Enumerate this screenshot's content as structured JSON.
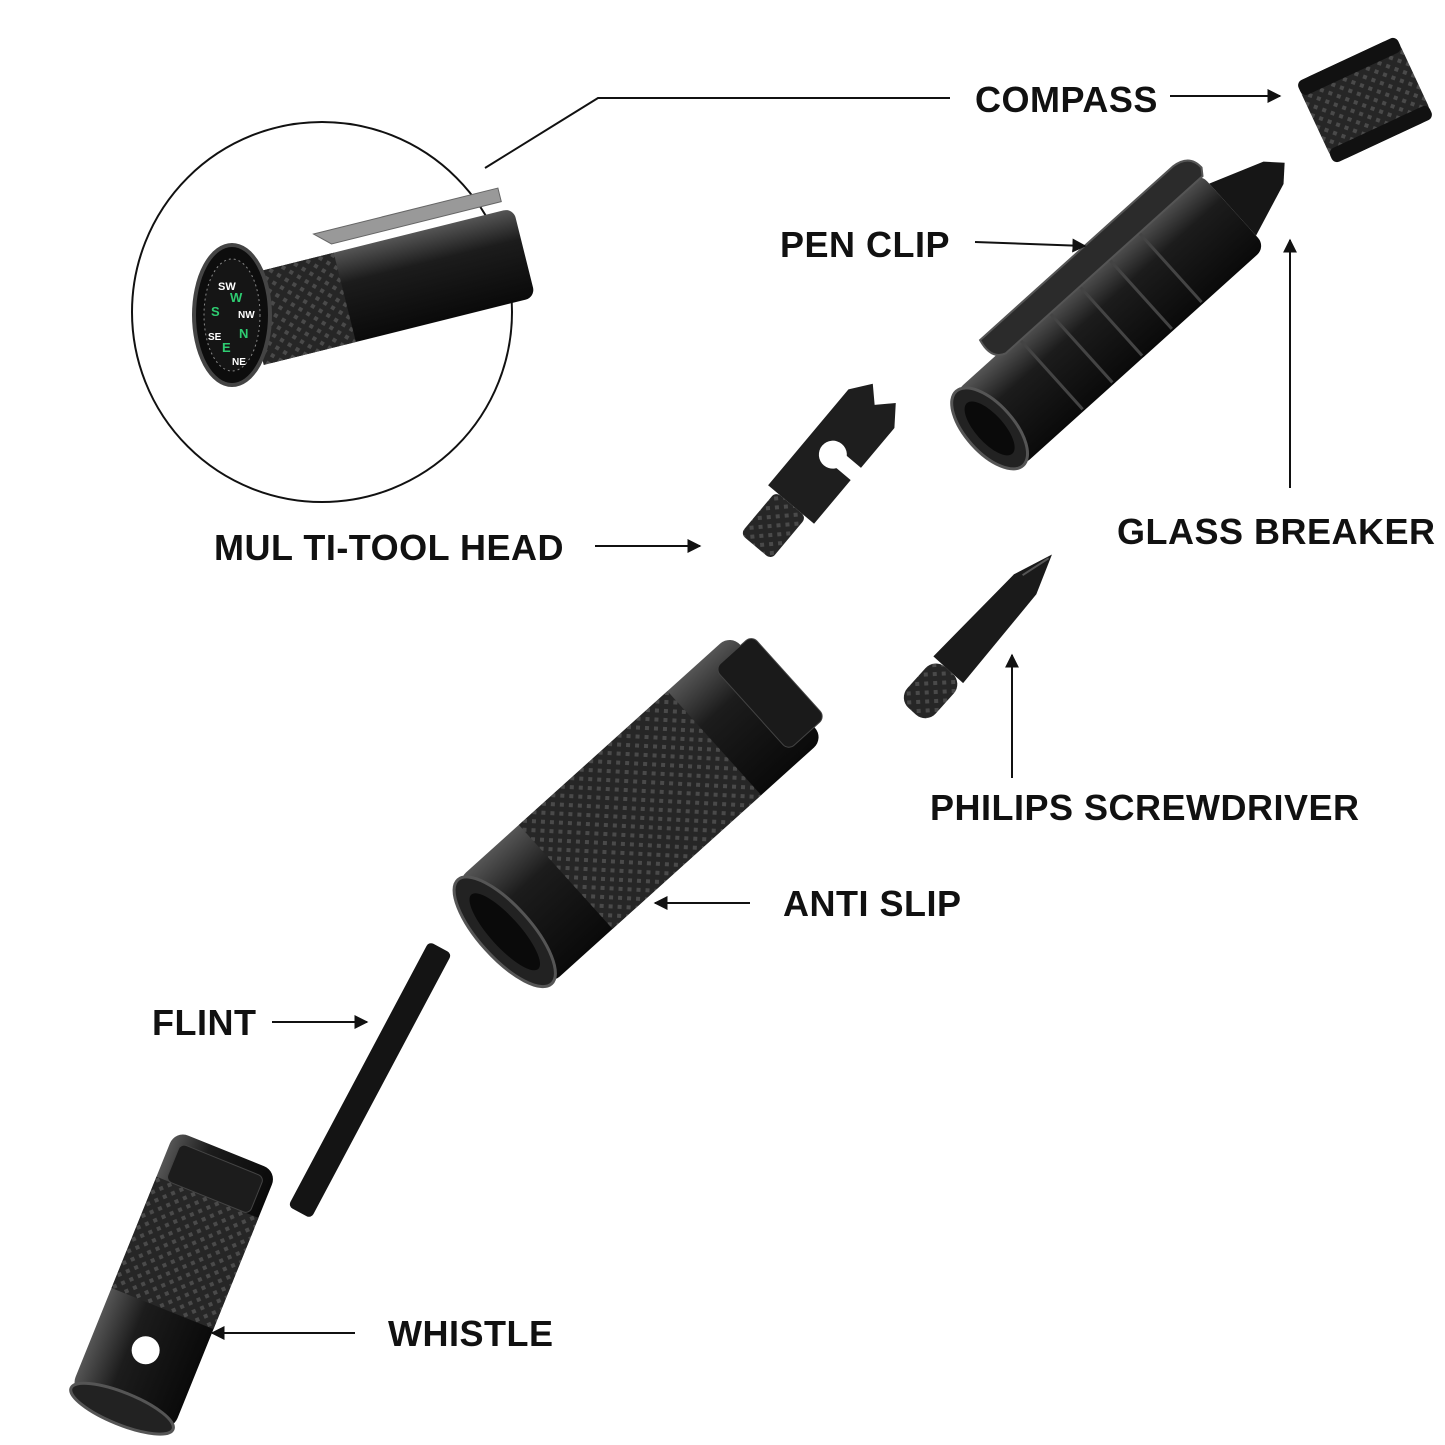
{
  "labels": {
    "compass": "COMPASS",
    "pen_clip": "PEN CLIP",
    "glass_breaker": "GLASS BREAKER",
    "multi_tool_head": "MUL TI-TOOL HEAD",
    "philips_screwdriver": "PHILIPS SCREWDRIVER",
    "anti_slip": "ANTI SLIP",
    "flint": "FLINT",
    "whistle": "WHISTLE"
  },
  "compass_dial": {
    "letters": [
      "SW",
      "W",
      "NW",
      "S",
      "N",
      "SE",
      "E",
      "NE"
    ],
    "accent_color": "#2ecc71"
  },
  "colors": {
    "background": "#ffffff",
    "text": "#111111",
    "metal": "#1b1b1b"
  }
}
